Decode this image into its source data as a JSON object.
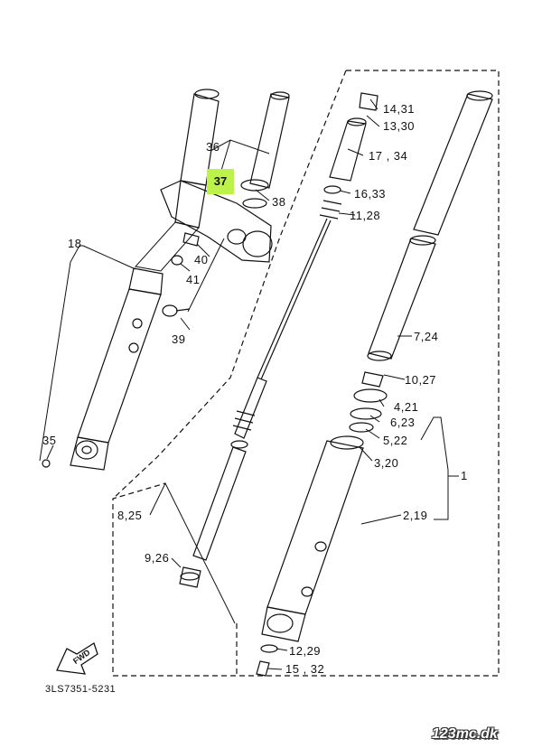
{
  "diagram_code": "3LS7351-5231",
  "watermark": "123mc.dk",
  "fwd_label": "FWD",
  "highlight_color": "#bdf24a",
  "highlighted_part": "37",
  "labels": {
    "p1": "1",
    "p2_19": "2,19",
    "p3_20": "3,20",
    "p4_21": "4,21",
    "p5_22": "5,22",
    "p6_23": "6,23",
    "p7_24": "7,24",
    "p8_25": "8,25",
    "p9_26": "9,26",
    "p10_27": "10,27",
    "p11_28": "11,28",
    "p12_29": "12,29",
    "p13_30": "13,30",
    "p14_31": "14,31",
    "p15_32": "15 , 32",
    "p16_33": "16,33",
    "p17_34": "17 , 34",
    "p18": "18",
    "p35": "35",
    "p36": "36",
    "p38": "38",
    "p39": "39",
    "p40": "40",
    "p41": "41"
  }
}
